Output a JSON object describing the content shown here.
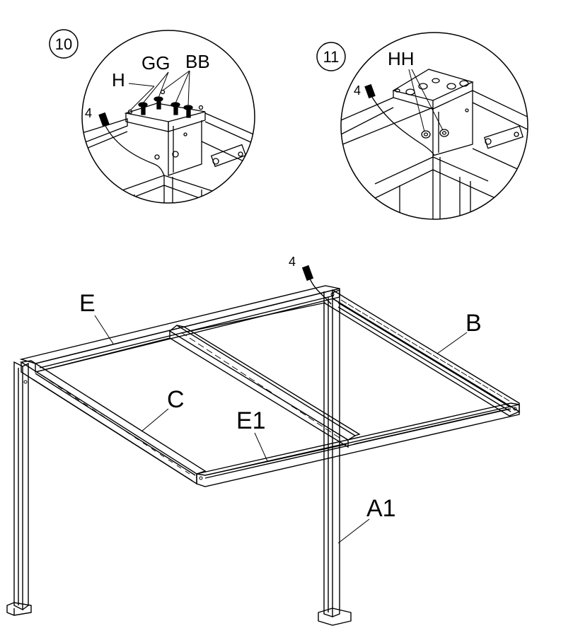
{
  "detail_10": {
    "step": "10",
    "labels": {
      "gg": "GG",
      "bb": "BB",
      "h": "H",
      "cable": "4"
    }
  },
  "detail_11": {
    "step": "11",
    "labels": {
      "hh": "HH",
      "cable": "4"
    }
  },
  "main": {
    "labels": {
      "cable": "4",
      "e": "E",
      "b": "B",
      "c": "C",
      "e1": "E1",
      "a1": "A1"
    }
  },
  "colors": {
    "line": "#000000",
    "background": "#ffffff"
  }
}
